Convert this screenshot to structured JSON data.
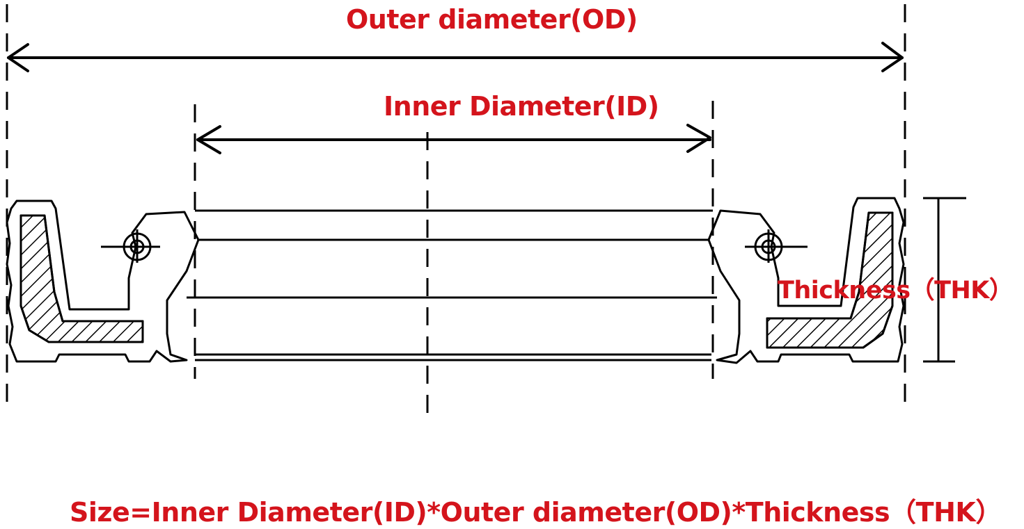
{
  "labels": {
    "outer_diameter": "Outer diameter(OD)",
    "inner_diameter": "Inner Diameter(ID)",
    "thickness": "Thickness（THK）",
    "size_formula": "Size=Inner Diameter(ID)*Outer diameter(OD)*Thickness（THK）"
  },
  "colors": {
    "label": "#d4141c",
    "line": "#000000",
    "background": "#ffffff"
  }
}
